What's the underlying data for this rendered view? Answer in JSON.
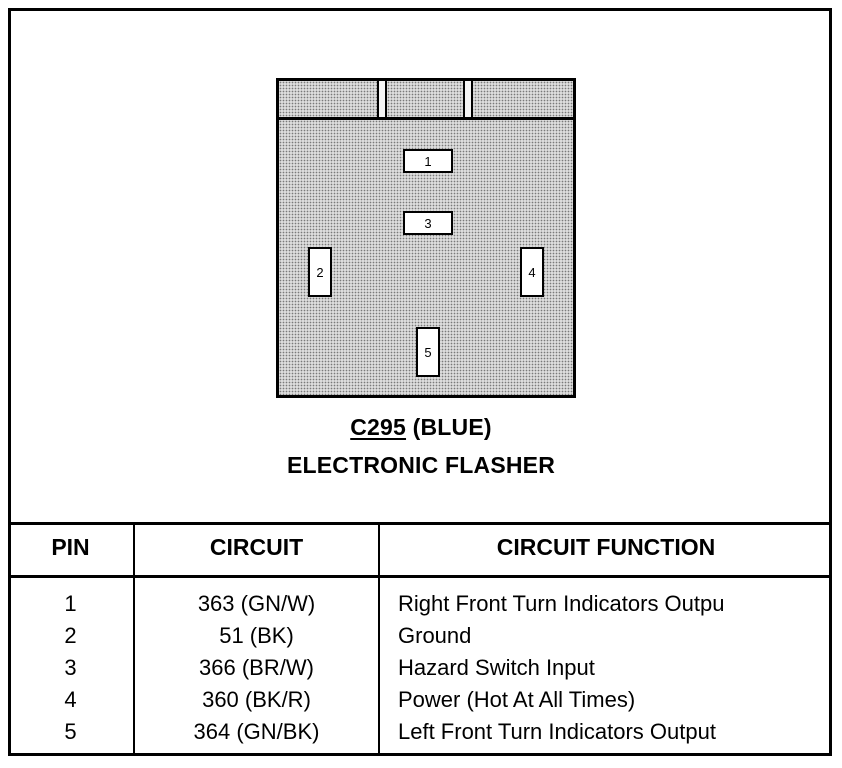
{
  "connector": {
    "id": "C295",
    "color_label": "(BLUE)",
    "component": "ELECTRONIC FLASHER",
    "pins": [
      "1",
      "2",
      "3",
      "4",
      "5"
    ]
  },
  "table": {
    "headers": [
      "PIN",
      "CIRCUIT",
      "CIRCUIT FUNCTION"
    ],
    "rows": [
      {
        "pin": "1",
        "circuit": "363 (GN/W)",
        "function": "Right Front Turn Indicators Outpu"
      },
      {
        "pin": "2",
        "circuit": "51 (BK)",
        "function": "Ground"
      },
      {
        "pin": "3",
        "circuit": "366 (BR/W)",
        "function": "Hazard Switch Input"
      },
      {
        "pin": "4",
        "circuit": "360 (BK/R)",
        "function": "Power (Hot At All Times)"
      },
      {
        "pin": "5",
        "circuit": "364 (GN/BK)",
        "function": "Left Front Turn Indicators Output"
      }
    ]
  }
}
